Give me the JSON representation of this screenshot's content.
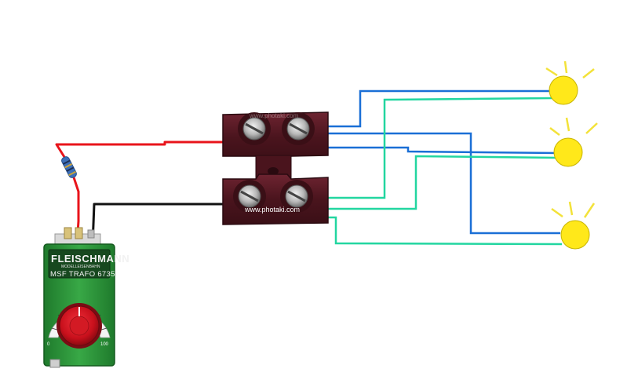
{
  "transformer": {
    "brand": "FLEISCHMANN",
    "subtitle": "MODELLEISENBAHN",
    "model": "MSF TRAFO 6735",
    "dial_min": "0",
    "dial_max": "100"
  },
  "terminal_block": {
    "watermark": "www.photaki.com"
  },
  "colors": {
    "positive_wire": "#e8141b",
    "negative_wire": "#111111",
    "blue_wire": "#1a6fd6",
    "green_wire": "#22d6a0",
    "bulb": "#ffe81a",
    "rays": "#f3e23a",
    "transformer_body": "#2f9a3c",
    "terminal_block": "#5a1a24"
  },
  "icons": {
    "resistor": "resistor-icon",
    "bulb": "light-bulb-icon",
    "knob": "control-knob-icon"
  }
}
